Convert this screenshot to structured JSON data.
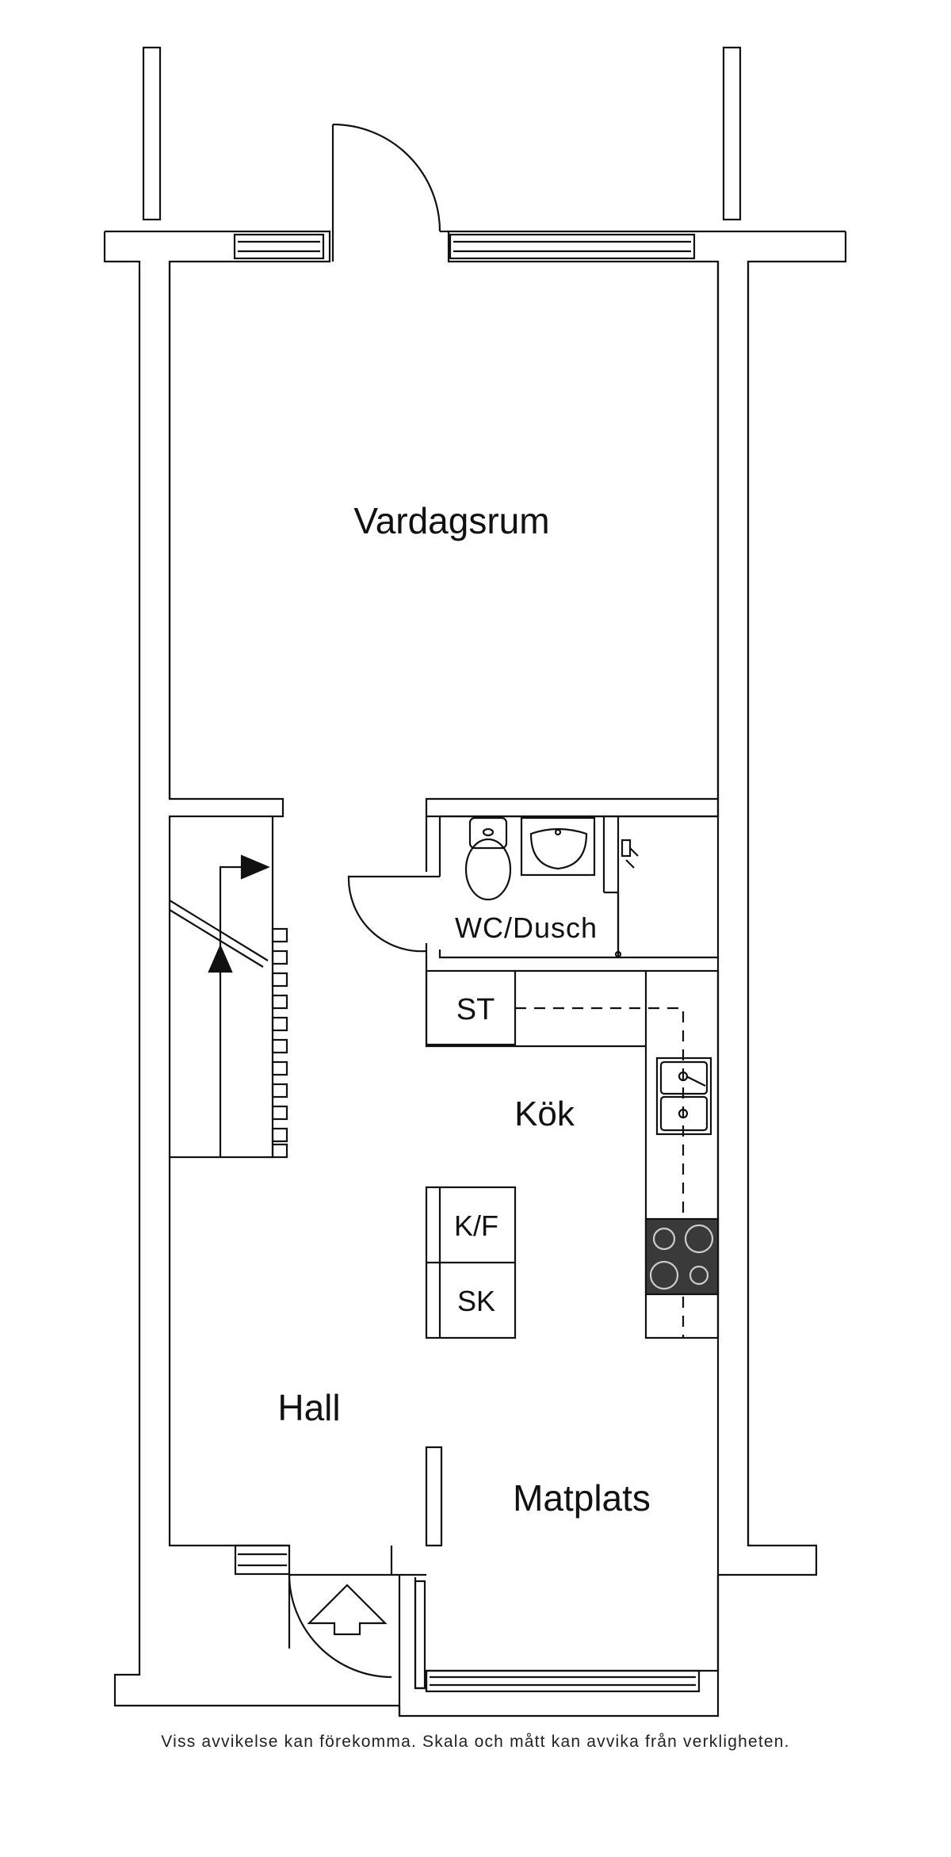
{
  "rooms": {
    "vardagsrum": "Vardagsrum",
    "wc_dusch": "WC/Dusch",
    "kok": "Kök",
    "hall": "Hall",
    "matplats": "Matplats"
  },
  "fixtures": {
    "storage": "ST",
    "fridge_freezer": "K/F",
    "cabinet": "SK"
  },
  "disclaimer": "Viss avvikelse kan förekomma. Skala och mått kan avvika från verkligheten.",
  "colors": {
    "line": "#111111",
    "background": "#ffffff",
    "hob": "#3a3a3a"
  }
}
